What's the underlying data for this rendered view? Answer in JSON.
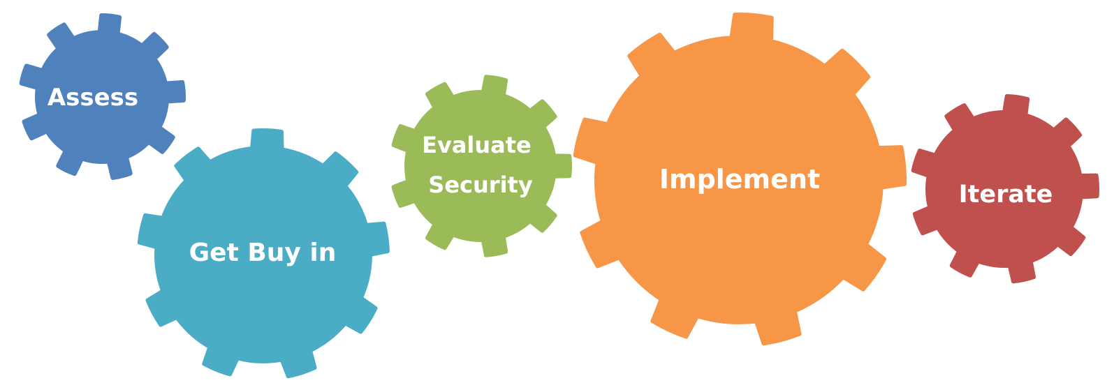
{
  "gears": [
    {
      "id": "assess",
      "label_lines": [
        "Assess"
      ],
      "color": "#4F81BD"
    },
    {
      "id": "get-buy-in",
      "label_lines": [
        "Get Buy in"
      ],
      "color": "#4BACC6"
    },
    {
      "id": "evaluate-security",
      "label_lines": [
        "Evaluate",
        "Security"
      ],
      "color": "#9BBB59"
    },
    {
      "id": "implement",
      "label_lines": [
        "Implement"
      ],
      "color": "#F79646"
    },
    {
      "id": "iterate",
      "label_lines": [
        "Iterate"
      ],
      "color": "#C0504D"
    }
  ]
}
